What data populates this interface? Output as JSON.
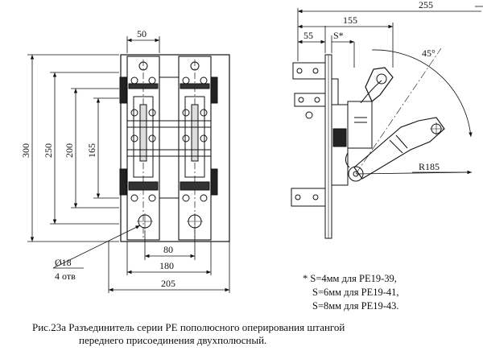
{
  "front_view": {
    "dims": {
      "width_top": "50",
      "height_300": "300",
      "height_250": "250",
      "height_200": "200",
      "height_165": "165",
      "width_80": "80",
      "width_180": "180",
      "width_205": "205",
      "hole_diameter": "Ø18",
      "hole_count": "4 отв"
    }
  },
  "side_view": {
    "dims": {
      "width_255": "255",
      "width_155": "155",
      "width_55": "55",
      "gap_s": "S*",
      "angle": "45°",
      "radius": "R185"
    }
  },
  "notes": [
    "* S=4мм для РЕ19-39,",
    "S=6мм для РЕ19-41,",
    "S=8мм для РЕ19-43."
  ],
  "caption": {
    "line1": "Рис.23а Разъединитель серии РЕ пополюсного оперирования штангой",
    "line2": "переднего присоединения двухполюсный."
  }
}
